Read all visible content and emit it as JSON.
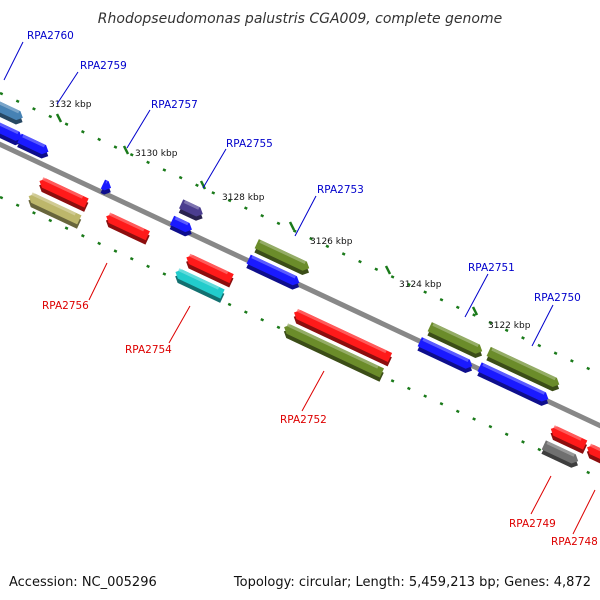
{
  "title": "Rhodopseudomonas palustris CGA009, complete genome",
  "accession": "Accession: NC_005296",
  "topology": "Topology: circular; Length: 5,459,213 bp; Genes: 4,872",
  "colors": {
    "backbone": "#888888",
    "tick": "#1a7a1a",
    "label_top": "#0000cc",
    "label_bottom": "#dd0000",
    "red": "#ff1a1a",
    "blue": "#1a1aff",
    "olive": "#6b8c2a",
    "khaki": "#bdb76b",
    "cyan": "#22cccc",
    "slate": "#4b3d8f",
    "steel": "#4682b4",
    "gray": "#707070"
  },
  "ticks": [
    {
      "label": "3132 kbp"
    },
    {
      "label": "3130 kbp"
    },
    {
      "label": "3128 kbp"
    },
    {
      "label": "3126 kbp"
    },
    {
      "label": "3124 kbp"
    },
    {
      "label": "3122 kbp"
    }
  ],
  "genes": [
    {
      "label": "RPA2760",
      "side": "top"
    },
    {
      "label": "RPA2759",
      "side": "top"
    },
    {
      "label": "RPA2757",
      "side": "top"
    },
    {
      "label": "RPA2755",
      "side": "top"
    },
    {
      "label": "RPA2753",
      "side": "top"
    },
    {
      "label": "RPA2751",
      "side": "top"
    },
    {
      "label": "RPA2750",
      "side": "top"
    },
    {
      "label": "RPA2756",
      "side": "bottom"
    },
    {
      "label": "RPA2754",
      "side": "bottom"
    },
    {
      "label": "RPA2752",
      "side": "bottom"
    },
    {
      "label": "RPA2749",
      "side": "bottom"
    },
    {
      "label": "RPA2748",
      "side": "bottom"
    }
  ]
}
